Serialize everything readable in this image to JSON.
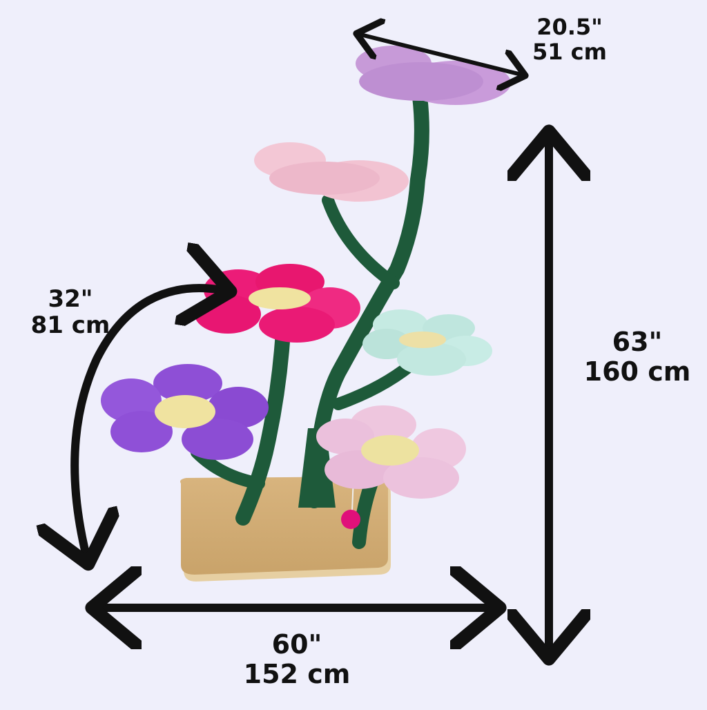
{
  "image": {
    "subject": "Flower cat tree with dimension callouts",
    "background_color": "#EFEFFB"
  },
  "dimensions": {
    "top_platform": {
      "inches": "20.5\"",
      "cm": "51 cm"
    },
    "flower_reach": {
      "inches": "32\"",
      "cm": "81 cm"
    },
    "height": {
      "inches": "63\"",
      "cm": "160 cm"
    },
    "width": {
      "inches": "60\"",
      "cm": "152 cm"
    }
  },
  "colors": {
    "stem": "#1E5A3A",
    "base_wood": "#D9B27A",
    "flower_top": "#C79AD8",
    "flower_pink_light": "#F2C3D2",
    "flower_magenta": "#EC1C78",
    "flower_mint": "#BFE6DE",
    "flower_purple": "#8E4FD6",
    "flower_lilac": "#EBC0DC",
    "flower_center": "#F0E3A0",
    "pompom": "#E0107A",
    "arrow": "#111111"
  }
}
